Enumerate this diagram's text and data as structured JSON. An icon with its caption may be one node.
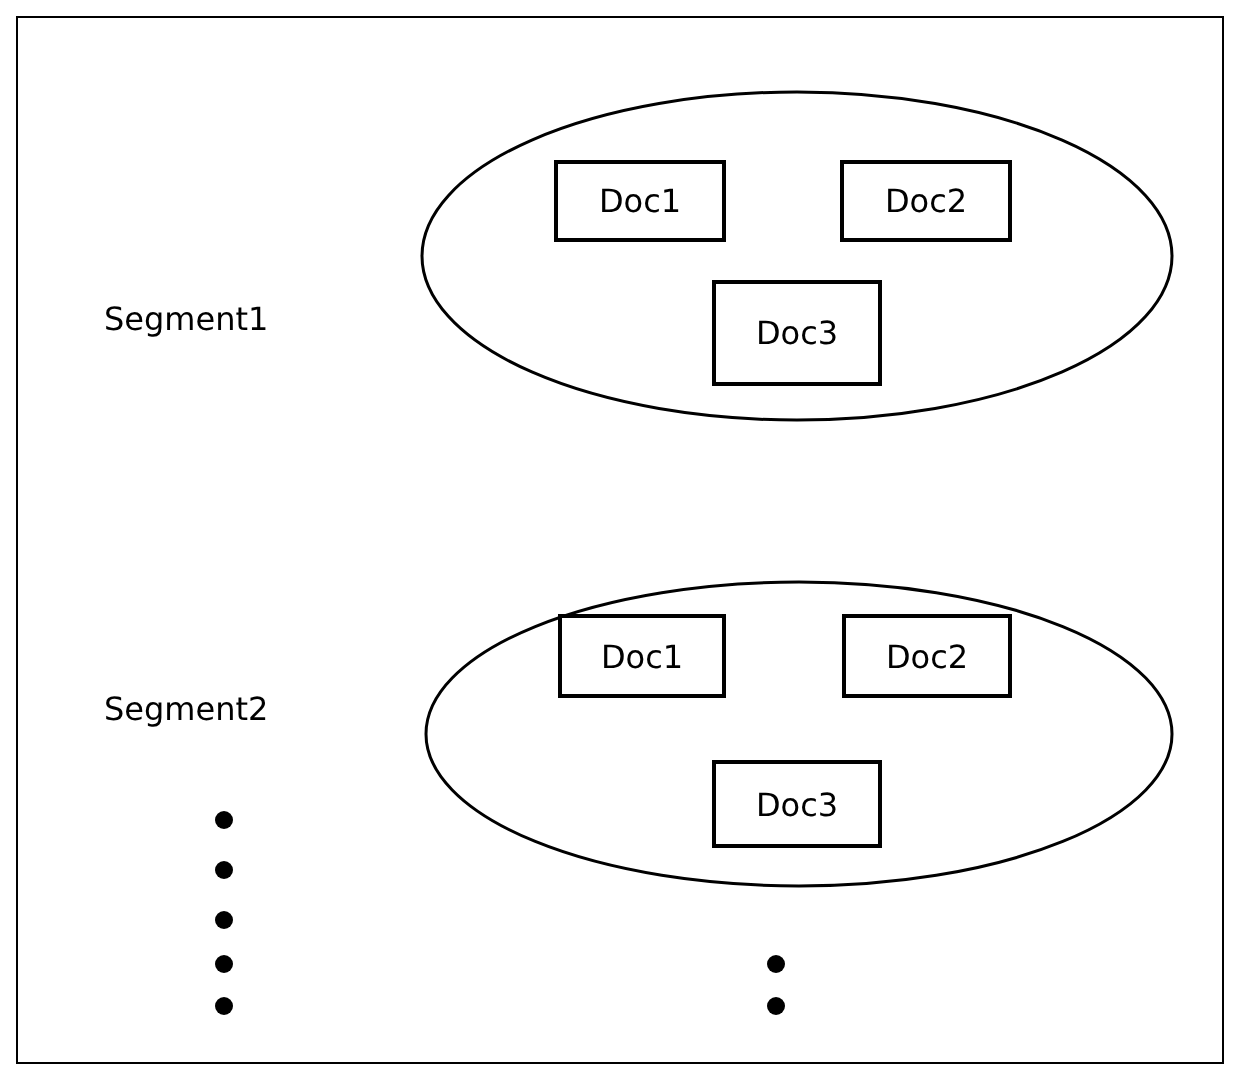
{
  "diagram": {
    "nodes": [
      {
        "text": [],
        "shape": "ellipse"
      },
      {
        "text": [
          "Doc1"
        ],
        "in": 0
      },
      {
        "text": [
          "Doc2"
        ],
        "in": 0
      },
      {
        "text": [
          "Doc3"
        ],
        "in": 0
      },
      {
        "text": [],
        "shape": "ellipse"
      },
      {
        "text": [
          "Doc1"
        ],
        "in": 4
      },
      {
        "text": [
          "Doc2"
        ],
        "in": 4
      },
      {
        "text": [
          "Doc3"
        ],
        "in": 4
      }
    ],
    "edges": [],
    "labels": [
      "Segment1",
      "Segment2"
    ]
  }
}
